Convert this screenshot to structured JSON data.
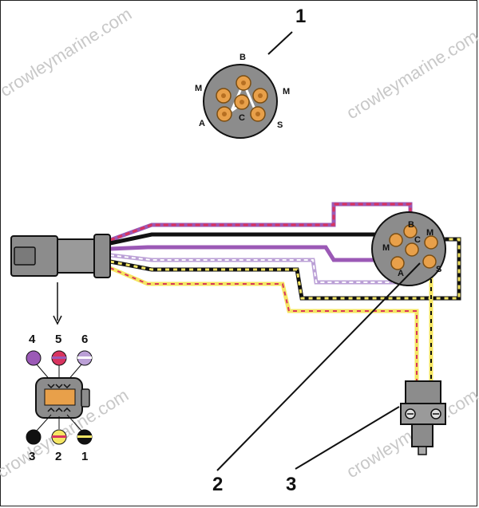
{
  "callouts": {
    "one": "1",
    "two": "2",
    "three": "3"
  },
  "watermark": "crowleymarine.com",
  "switch_face_labels": {
    "b": "B",
    "m_left": "M",
    "m_right": "M",
    "a": "A",
    "c": "C",
    "s": "S"
  },
  "switch_side_labels": {
    "b": "B",
    "m_left": "M",
    "m_right": "M",
    "a": "A",
    "c": "C",
    "s": "S"
  },
  "pin_numbers": {
    "p4": "4",
    "p5": "5",
    "p6": "6",
    "p3": "3",
    "p2": "2",
    "p1": "1"
  },
  "colors": {
    "red": "#d8345f",
    "black": "#111111",
    "purple": "#9b59b6",
    "lavender": "#bba0d6",
    "yellow": "#f5e663",
    "pin_orange": "#e8a04a",
    "body_gray": "#8c8c8c"
  }
}
